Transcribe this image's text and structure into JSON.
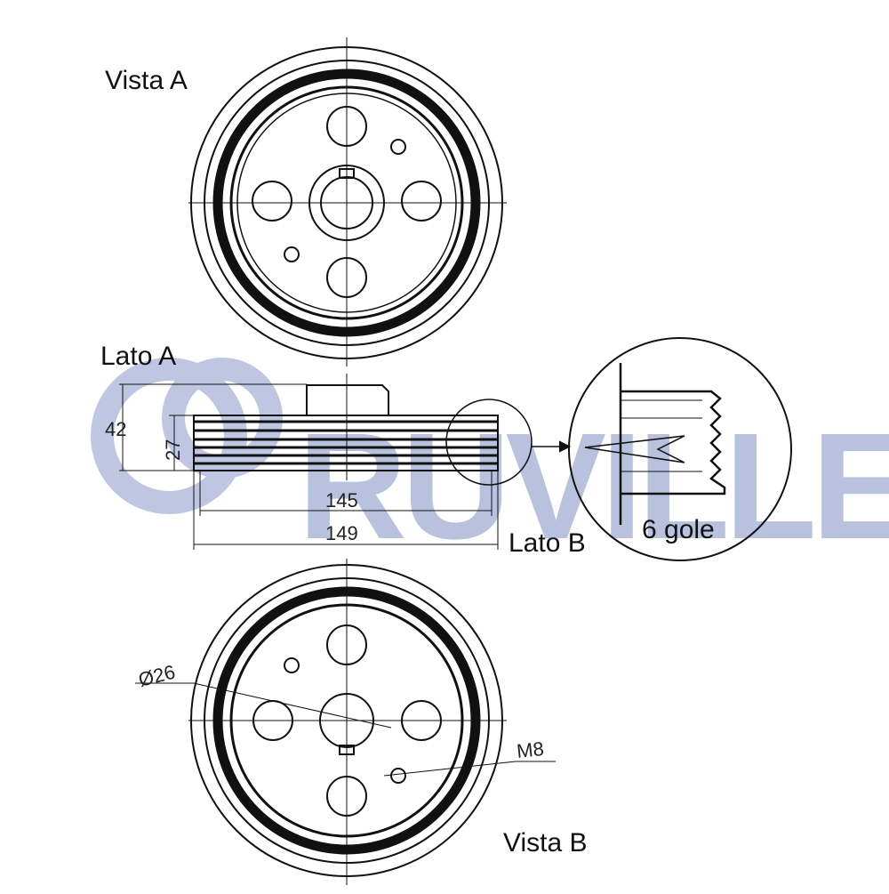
{
  "labels": {
    "vista_a": "Vista A",
    "lato_a": "Lato A",
    "lato_b": "Lato B",
    "vista_b": "Vista B",
    "grooves": "6 gole"
  },
  "dimensions": {
    "height_total": "42",
    "height_belt": "27",
    "width_inner": "145",
    "width_outer": "149",
    "bolt_hole_diameter": "Ø26",
    "thread": "M8"
  },
  "brand": {
    "name": "RUVILLE",
    "color": "#7f8fc4"
  },
  "colors": {
    "line": "#111111",
    "background": "#ffffff"
  }
}
